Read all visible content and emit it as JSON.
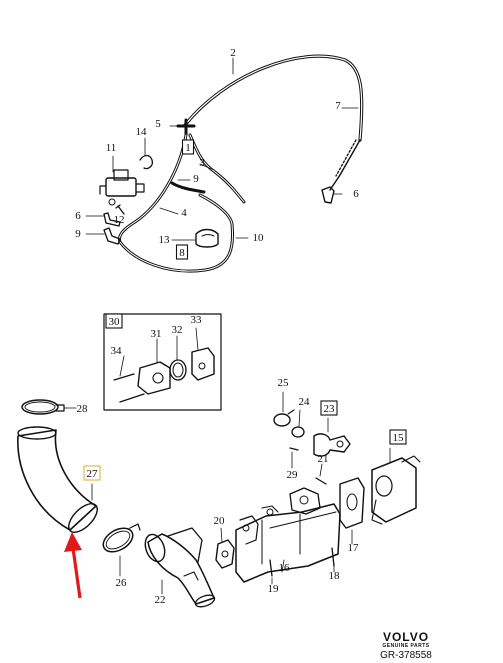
{
  "brand": {
    "name": "VOLVO",
    "sub": "GENUINE PARTS",
    "ref": "GR-378558"
  },
  "callouts": [
    {
      "id": "c1",
      "text": "1",
      "boxed": true
    },
    {
      "id": "c2",
      "text": "2"
    },
    {
      "id": "c3",
      "text": "3"
    },
    {
      "id": "c4",
      "text": "4"
    },
    {
      "id": "c5",
      "text": "5"
    },
    {
      "id": "c6a",
      "text": "6"
    },
    {
      "id": "c6b",
      "text": "6"
    },
    {
      "id": "c7",
      "text": "7"
    },
    {
      "id": "c8",
      "text": "8",
      "boxed": true
    },
    {
      "id": "c9a",
      "text": "9"
    },
    {
      "id": "c9b",
      "text": "9"
    },
    {
      "id": "c10",
      "text": "10"
    },
    {
      "id": "c11",
      "text": "11"
    },
    {
      "id": "c12",
      "text": "12"
    },
    {
      "id": "c13",
      "text": "13"
    },
    {
      "id": "c14",
      "text": "14"
    },
    {
      "id": "c15",
      "text": "15",
      "boxed": true
    },
    {
      "id": "c16",
      "text": "16"
    },
    {
      "id": "c17",
      "text": "17"
    },
    {
      "id": "c18",
      "text": "18"
    },
    {
      "id": "c19",
      "text": "19"
    },
    {
      "id": "c20",
      "text": "20"
    },
    {
      "id": "c21",
      "text": "21"
    },
    {
      "id": "c22",
      "text": "22"
    },
    {
      "id": "c23",
      "text": "23",
      "boxed": true
    },
    {
      "id": "c24",
      "text": "24"
    },
    {
      "id": "c25",
      "text": "25"
    },
    {
      "id": "c26",
      "text": "26"
    },
    {
      "id": "c27",
      "text": "27",
      "boxed": true,
      "highlight": "#e8c46a"
    },
    {
      "id": "c28",
      "text": "28"
    },
    {
      "id": "c29",
      "text": "29"
    },
    {
      "id": "c30",
      "text": "30",
      "boxed": true
    },
    {
      "id": "c31",
      "text": "31"
    },
    {
      "id": "c32",
      "text": "32"
    },
    {
      "id": "c33",
      "text": "33"
    },
    {
      "id": "c34",
      "text": "34"
    }
  ],
  "colors": {
    "line": "#111111",
    "arrow": "#e0191b",
    "highlight_box": "#e8c46a"
  }
}
